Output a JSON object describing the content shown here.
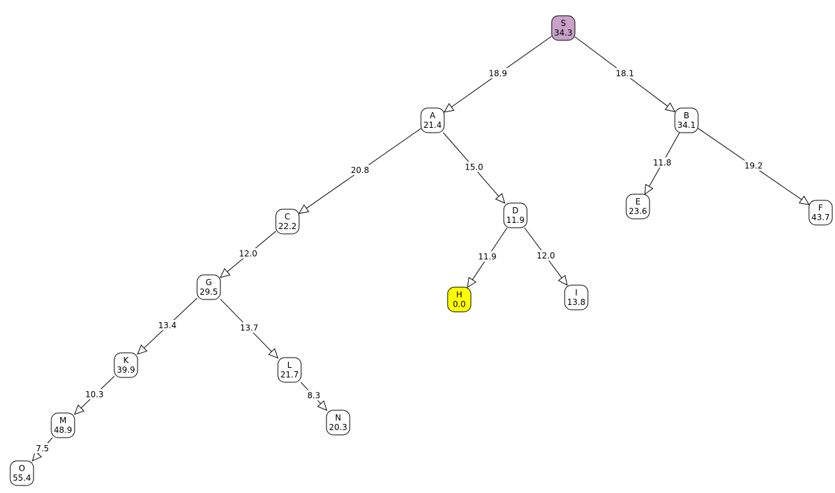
{
  "diagram": {
    "nodes": [
      {
        "id": "S",
        "name": "S",
        "value": "34.3",
        "fill": "#c8a2c8"
      },
      {
        "id": "A",
        "name": "A",
        "value": "21.4",
        "fill": "#ffffff"
      },
      {
        "id": "B",
        "name": "B",
        "value": "34.1",
        "fill": "#ffffff"
      },
      {
        "id": "C",
        "name": "C",
        "value": "22.2",
        "fill": "#ffffff"
      },
      {
        "id": "D",
        "name": "D",
        "value": "11.9",
        "fill": "#ffffff"
      },
      {
        "id": "E",
        "name": "E",
        "value": "23.6",
        "fill": "#ffffff"
      },
      {
        "id": "F",
        "name": "F",
        "value": "43.7",
        "fill": "#ffffff"
      },
      {
        "id": "G",
        "name": "G",
        "value": "29.5",
        "fill": "#ffffff"
      },
      {
        "id": "H",
        "name": "H",
        "value": "0.0",
        "fill": "#ffff00"
      },
      {
        "id": "I",
        "name": "I",
        "value": "13.8",
        "fill": "#ffffff"
      },
      {
        "id": "K",
        "name": "K",
        "value": "39.9",
        "fill": "#ffffff"
      },
      {
        "id": "L",
        "name": "L",
        "value": "21.7",
        "fill": "#ffffff"
      },
      {
        "id": "M",
        "name": "M",
        "value": "48.9",
        "fill": "#ffffff"
      },
      {
        "id": "N",
        "name": "N",
        "value": "20.3",
        "fill": "#ffffff"
      },
      {
        "id": "O",
        "name": "O",
        "value": "55.4",
        "fill": "#ffffff"
      }
    ],
    "edges": [
      {
        "from": "S",
        "to": "A",
        "label": "18.9"
      },
      {
        "from": "S",
        "to": "B",
        "label": "18.1"
      },
      {
        "from": "A",
        "to": "C",
        "label": "20.8"
      },
      {
        "from": "A",
        "to": "D",
        "label": "15.0"
      },
      {
        "from": "B",
        "to": "E",
        "label": "11.8"
      },
      {
        "from": "B",
        "to": "F",
        "label": "19.2"
      },
      {
        "from": "C",
        "to": "G",
        "label": "12.0"
      },
      {
        "from": "D",
        "to": "H",
        "label": "11.9"
      },
      {
        "from": "D",
        "to": "I",
        "label": "12.0"
      },
      {
        "from": "G",
        "to": "K",
        "label": "13.4"
      },
      {
        "from": "G",
        "to": "L",
        "label": "13.7"
      },
      {
        "from": "K",
        "to": "M",
        "label": "10.3"
      },
      {
        "from": "L",
        "to": "N",
        "label": "8.3"
      },
      {
        "from": "M",
        "to": "O",
        "label": "7.5"
      }
    ]
  }
}
